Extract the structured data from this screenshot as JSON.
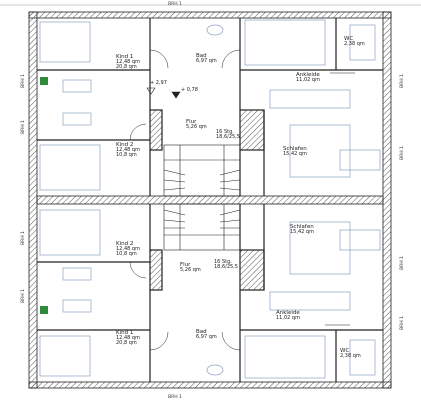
{
  "brh_label": "BRH 1",
  "units": [
    {
      "id": "upper",
      "rooms": {
        "kind": {
          "name": "Kind 1",
          "area1": "12,48 qm",
          "area2": "20,8 qm"
        },
        "kind2": {
          "name": "Kind 2",
          "area1": "12,48 qm",
          "area2": "10,8 qm"
        },
        "bad": {
          "name": "Bad",
          "area": "6,97 qm"
        },
        "wc": {
          "name": "WC",
          "area": "2,38 qm"
        },
        "ankleide": {
          "name": "Ankleide",
          "area": "11,02 qm"
        },
        "flur": {
          "name": "Flur",
          "area": "5,26 qm"
        },
        "stair": {
          "label": "16 Stg.",
          "dim": "18,6/25,5"
        },
        "schlafen": {
          "name": "Schlafen",
          "area": "15,42 qm"
        }
      },
      "level_marks": [
        "+ 2,97",
        "+ 0,78"
      ]
    },
    {
      "id": "lower",
      "rooms": {
        "kind": {
          "name": "Kind 1",
          "area1": "12,48 qm",
          "area2": "20,8 qm"
        },
        "kind2": {
          "name": "Kind 2",
          "area1": "12,48 qm",
          "area2": "10,8 qm"
        },
        "bad": {
          "name": "Bad",
          "area": "6,97 qm"
        },
        "wc": {
          "name": "WC",
          "area": "2,38 qm"
        },
        "ankleide": {
          "name": "Ankleide",
          "area": "11,02 qm"
        },
        "flur": {
          "name": "Flur",
          "area": "5,26 qm"
        },
        "stair": {
          "label": "16 Stg.",
          "dim": "18,6/25,5"
        },
        "schlafen": {
          "name": "Schlafen",
          "area": "15,42 qm"
        }
      }
    }
  ],
  "colors": {
    "wall_hatch": "#555555",
    "line": "#222222",
    "furniture": "#8aa0c0",
    "dimension": "#cc0000",
    "exit_sign": "#2e8b3a"
  }
}
